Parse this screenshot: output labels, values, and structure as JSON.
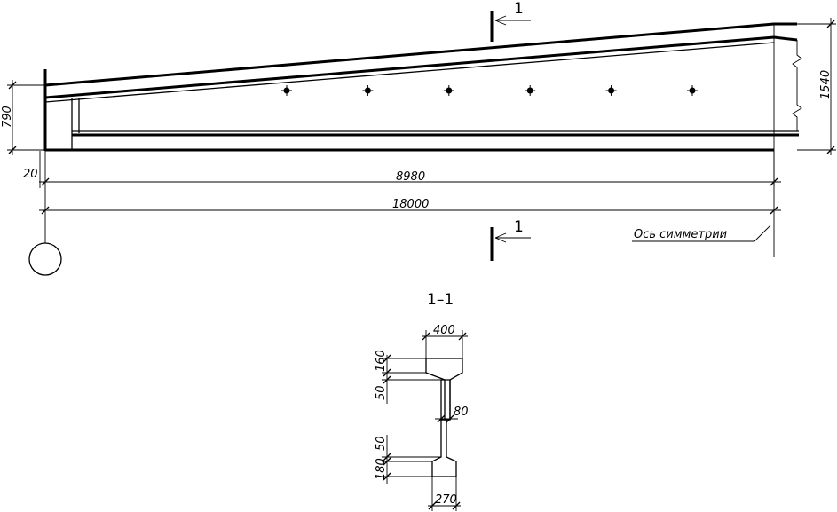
{
  "elevation": {
    "dims": {
      "span_half": "8980",
      "span_full": "18000",
      "end_height": "790",
      "mid_height": "1540",
      "offset": "20"
    },
    "section_marker": "1",
    "symmetry_label": "Ось симметрии"
  },
  "section": {
    "title": "1–1",
    "dims": {
      "top_width": "400",
      "top_flange": "160",
      "top_haunch": "50",
      "web": "80",
      "bottom_haunch": "50",
      "bottom_flange": "180",
      "bottom_width": "270"
    }
  },
  "holes_count": 6
}
